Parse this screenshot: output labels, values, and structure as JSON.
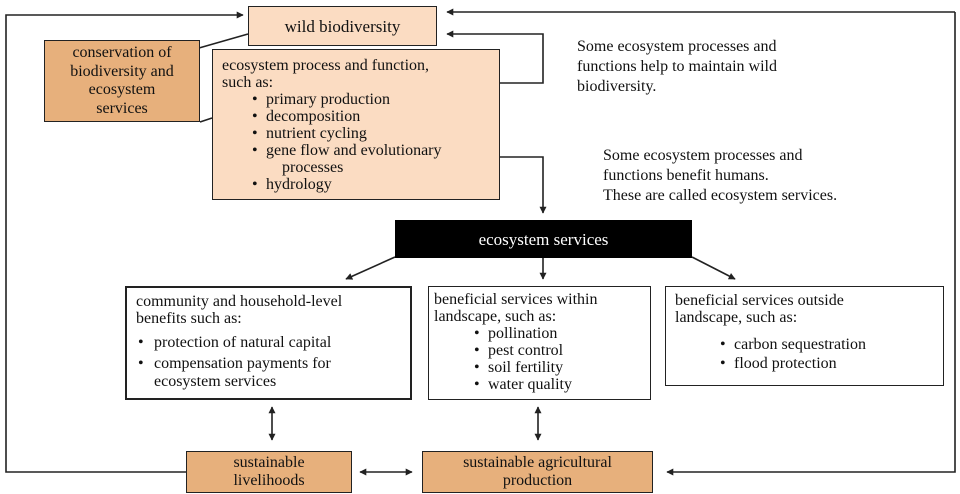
{
  "nodes": {
    "wild_biodiversity": "wild biodiversity",
    "conservation": [
      "conservation of",
      "biodiversity and",
      "ecosystem",
      "services"
    ],
    "ecosystem_process": {
      "heading": [
        "ecosystem process and function,",
        "such as:"
      ],
      "items": [
        [
          "primary production"
        ],
        [
          "decomposition"
        ],
        [
          "nutrient cycling"
        ],
        [
          "gene flow and evolutionary",
          "processes"
        ],
        [
          "hydrology"
        ]
      ]
    },
    "ecosystem_services": "ecosystem services",
    "community_benefits": {
      "heading": [
        "community and household-level",
        "benefits such as:"
      ],
      "items": [
        [
          "protection of natural capital"
        ],
        [
          "compensation payments for",
          "ecosystem services"
        ]
      ]
    },
    "within_landscape": {
      "heading": [
        "beneficial services within",
        "landscape, such as:"
      ],
      "items": [
        [
          "pollination"
        ],
        [
          "pest control"
        ],
        [
          "soil fertility"
        ],
        [
          "water quality"
        ]
      ]
    },
    "outside_landscape": {
      "heading": [
        "beneficial services outside",
        "landscape, such as:"
      ],
      "items": [
        [
          "carbon sequestration"
        ],
        [
          "flood protection"
        ]
      ]
    },
    "sustainable_livelihoods": [
      "sustainable",
      "livelihoods"
    ],
    "sustainable_agriculture": [
      "sustainable agricultural",
      "production"
    ]
  },
  "notes": {
    "note_1": [
      "Some ecosystem processes and",
      "functions help to maintain wild",
      "biodiversity."
    ],
    "note_2": [
      "Some ecosystem processes and",
      "functions benefit humans.",
      "These are called ecosystem services."
    ]
  },
  "colors": {
    "orange_box": "#e7b07c",
    "light_box": "#fbdcc2",
    "dark_box": "#000000",
    "line": "#222222"
  }
}
